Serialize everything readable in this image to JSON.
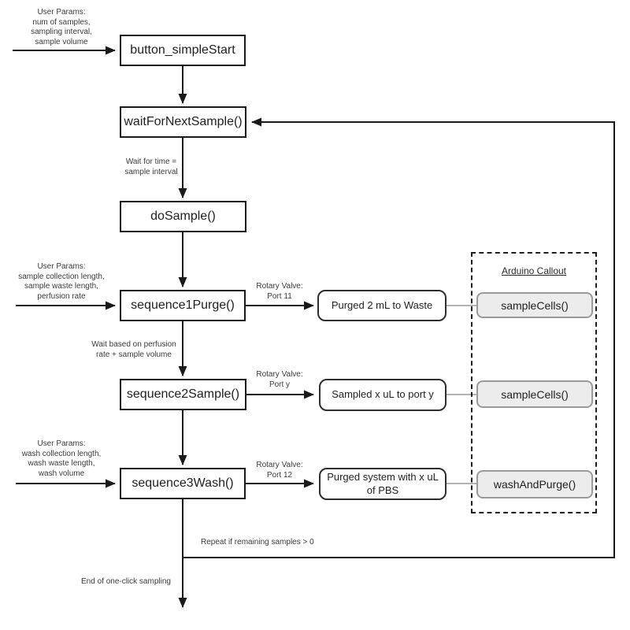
{
  "nodes": {
    "button_simple_start": "button_simpleStart",
    "wait_for_next_sample": "waitForNextSample()",
    "do_sample": "doSample()",
    "sequence1_purge": "sequence1Purge()",
    "sequence2_sample": "sequence2Sample()",
    "sequence3_wash": "sequence3Wash()",
    "purged_to_waste": "Purged 2 mL to Waste",
    "sampled_to_port": "Sampled x uL to port y",
    "purged_system_pbs": "Purged system with x uL\nof PBS"
  },
  "callout": {
    "title": "Arduino Callout",
    "sample_cells_1": "sampleCells()",
    "sample_cells_2": "sampleCells()",
    "wash_and_purge": "washAndPurge()"
  },
  "labels": {
    "user_params_start": "User Params:\nnum of samples,\nsampling interval,\nsample volume",
    "wait_time": "Wait for time =\nsample interval",
    "user_params_sample": "User Params:\nsample collection length,\nsample waste length,\nperfusion rate",
    "rotary_valve_port11": "Rotary Valve:\nPort 11",
    "wait_perfusion": "Wait based on perfusion\nrate + sample volume",
    "rotary_valve_port_y": "Rotary Valve:\nPort y",
    "user_params_wash": "User Params:\nwash collection length,\nwash waste length,\nwash volume",
    "rotary_valve_port12": "Rotary Valve:\nPort 12",
    "repeat_condition": "Repeat if remaining samples > 0",
    "end_sampling": "End of one-click sampling"
  },
  "colors": {
    "line": "#1a1a1a",
    "connector_gray": "#9a9a9a",
    "callout_fill": "#ececec",
    "callout_border": "#9a9a9a"
  }
}
